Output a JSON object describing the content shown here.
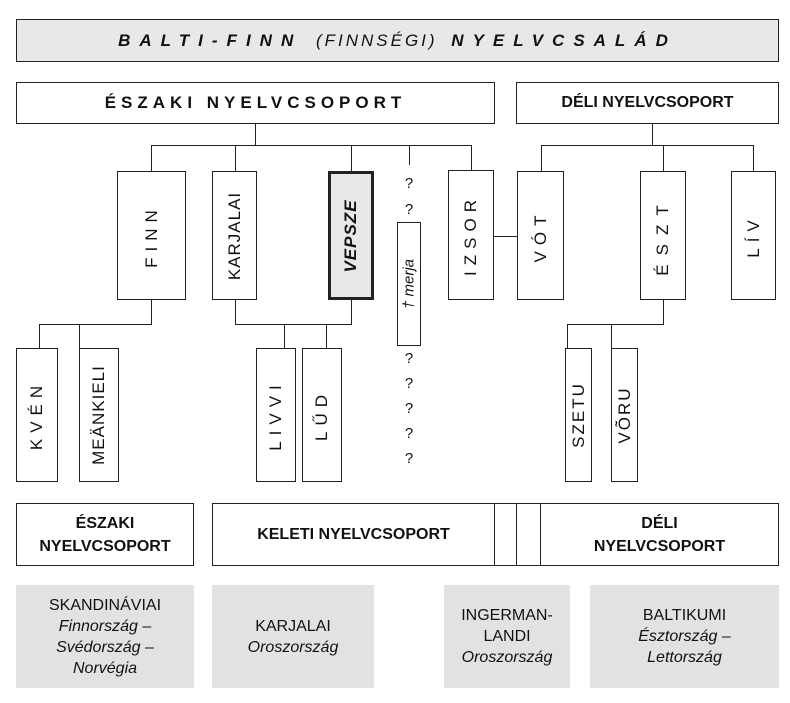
{
  "title": {
    "bold1": "BALTI-FINN",
    "light": "(FINNSÉGI)",
    "bold2": "NYELVCSALÁD"
  },
  "top_groups": {
    "north": "ÉSZAKI NYELVCSOPORT",
    "south": "DÉLI NYELVCSOPORT"
  },
  "languages": {
    "finn": "FINN",
    "karjalai": "KARJALAI",
    "vepsze": "VEPSZE",
    "merja": "† merja",
    "izsor": "IZSOR",
    "vot": "VÓT",
    "eszt": "ÉSZT",
    "liv": "LÍV",
    "kven": "KVÉN",
    "meankieli": "MEÄNKIELI",
    "livvi": "LIVVI",
    "lud": "LŰD",
    "szetu": "SZETU",
    "voru": "VÕRU"
  },
  "question_mark": "?",
  "bottom_groups": {
    "north_line1": "ÉSZAKI",
    "north_line2": "NYELVCSOPORT",
    "east": "KELETI NYELVCSOPORT",
    "south_line1": "DÉLI",
    "south_line2": "NYELVCSOPORT"
  },
  "regions": [
    {
      "name": "SKANDINÁVIAI",
      "countries": [
        "Finnország –",
        "Svédország –",
        "Norvégia"
      ]
    },
    {
      "name": "KARJALAI",
      "countries": [
        "Oroszország"
      ]
    },
    {
      "name_lines": [
        "INGERMAN-",
        "LANDI"
      ],
      "countries": [
        "Oroszország"
      ]
    },
    {
      "name": "BALTIKUMI",
      "countries": [
        "Észtország –",
        "Lettország"
      ]
    }
  ]
}
